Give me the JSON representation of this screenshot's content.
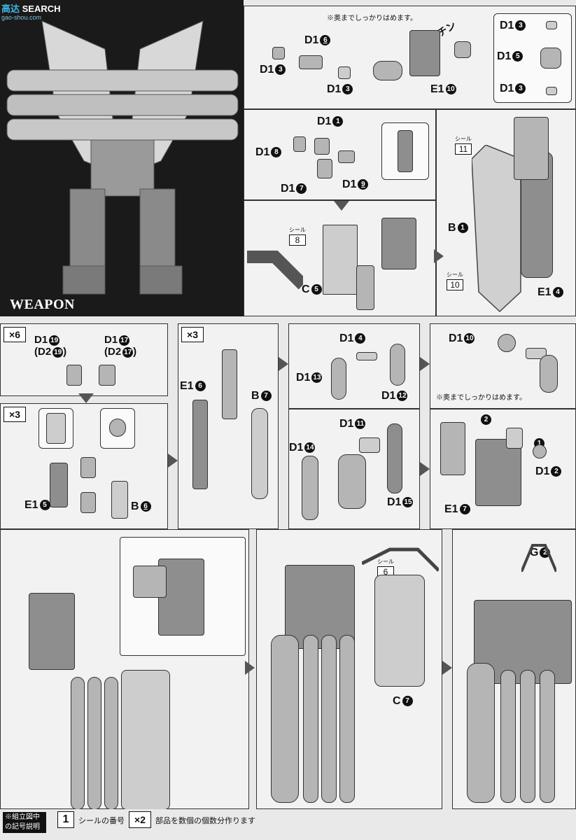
{
  "watermark": {
    "brand_cn": "高达",
    "brand_en": "SEARCH",
    "url": "gao-shou.com"
  },
  "hero": {
    "title": "WEAPON"
  },
  "notes": {
    "push_in": "※奥までしっかりはめます。",
    "snap": "パチン"
  },
  "seal_label": "シール",
  "step1": {
    "parts": [
      {
        "name": "D1",
        "num": "6",
        "pos": "top"
      },
      {
        "name": "D1",
        "num": "3",
        "pos": "left"
      },
      {
        "name": "D1",
        "num": "3",
        "pos": "bottom"
      },
      {
        "name": "E1",
        "num": "10",
        "pos": "right"
      }
    ],
    "inset": [
      {
        "name": "D1",
        "num": "3"
      },
      {
        "name": "D1",
        "num": "5"
      },
      {
        "name": "D1",
        "num": "3"
      }
    ]
  },
  "step2": {
    "parts": [
      {
        "name": "D1",
        "num": "1"
      },
      {
        "name": "D1",
        "num": "8"
      },
      {
        "name": "D1",
        "num": "7"
      },
      {
        "name": "D1",
        "num": "9"
      }
    ],
    "seal": "8",
    "part_c": {
      "name": "C",
      "num": "5"
    }
  },
  "step3": {
    "seal_top": "11",
    "seal_bottom": "10",
    "part_b": {
      "name": "B",
      "num": "1"
    },
    "part_e": {
      "name": "E1",
      "num": "4"
    }
  },
  "step4": {
    "mult_a": "×6",
    "mult_b": "×3",
    "parts_a": [
      {
        "name": "D1",
        "num": "19",
        "alt": "(D2",
        "alt_num": "19"
      },
      {
        "name": "D1",
        "num": "17",
        "alt": "(D2",
        "alt_num": "17"
      }
    ],
    "part_e": {
      "name": "E1",
      "num": "5"
    },
    "part_b": {
      "name": "B",
      "num": "6"
    }
  },
  "step5": {
    "mult": "×3",
    "part_e": {
      "name": "E1",
      "num": "6"
    },
    "part_b": {
      "name": "B",
      "num": "7"
    }
  },
  "step6": {
    "parts": [
      {
        "name": "D1",
        "num": "4"
      },
      {
        "name": "D1",
        "num": "13"
      },
      {
        "name": "D1",
        "num": "12"
      }
    ]
  },
  "step7": {
    "parts": [
      {
        "name": "D1",
        "num": "10"
      }
    ]
  },
  "step8": {
    "parts": [
      {
        "name": "D1",
        "num": "11"
      },
      {
        "name": "D1",
        "num": "14"
      },
      {
        "name": "D1",
        "num": "15"
      }
    ]
  },
  "step9": {
    "parts": [
      {
        "name": "D1",
        "num": "2"
      },
      {
        "name": "E1",
        "num": "7"
      }
    ],
    "order": [
      "2",
      "1"
    ]
  },
  "step10": {
    "seal": "6",
    "part_c": {
      "name": "C",
      "num": "7"
    },
    "part_g": {
      "name": "G",
      "num": "2"
    }
  },
  "legend": {
    "head": "※組立図中の記号説明",
    "seal_box": "1",
    "seal_text": "シールの番号",
    "mult_box": "×2",
    "mult_text": "部品を数個の個数分作ります"
  }
}
